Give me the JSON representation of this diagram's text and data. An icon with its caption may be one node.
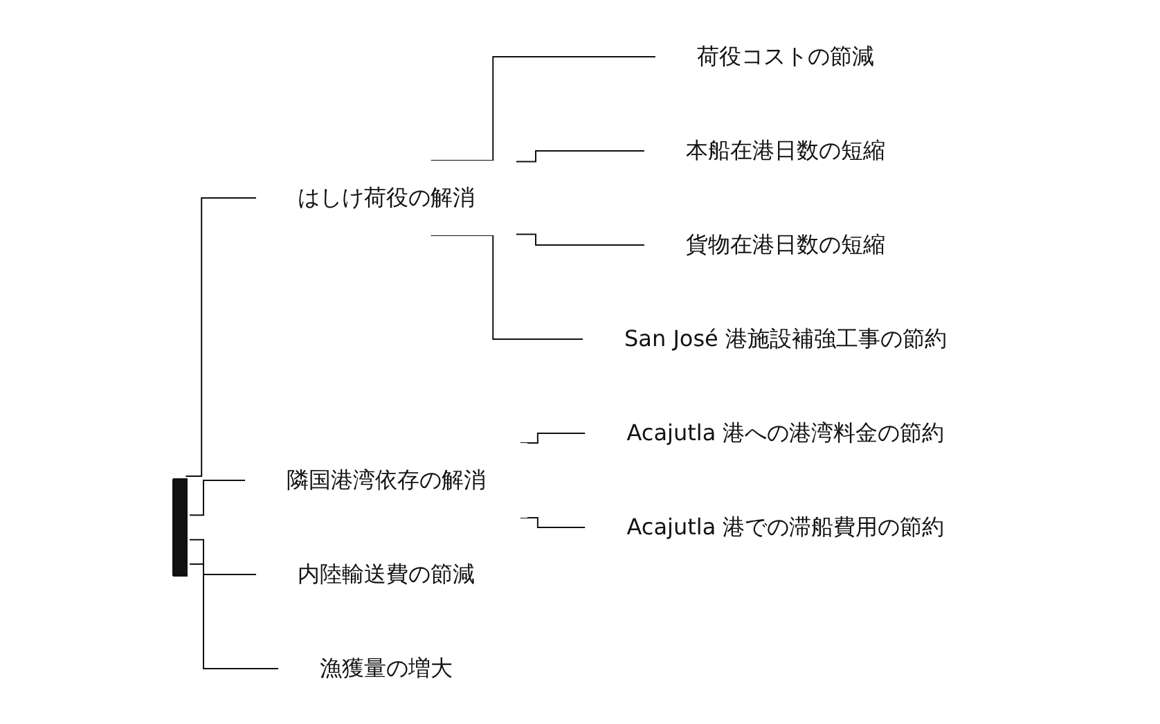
{
  "diagram": {
    "nodes": [
      {
        "text": [],
        "shape": "bar"
      },
      {
        "text": [
          "はしけ荷役の解消"
        ]
      },
      {
        "text": [
          "荷役コストの節減"
        ]
      },
      {
        "text": [
          "本船在港日数の短縮"
        ]
      },
      {
        "text": [
          "貨物在港日数の短縮"
        ]
      },
      {
        "text": [
          "San José 港施設補強工事の節約"
        ]
      },
      {
        "text": [
          "隣国港湾依存の解消"
        ]
      },
      {
        "text": [
          "Acajutla 港への港湾料金の節約"
        ]
      },
      {
        "text": [
          "Acajutla 港での滞船費用の節約"
        ]
      },
      {
        "text": [
          "内陸輸送費の節減"
        ]
      },
      {
        "text": [
          "漁獲量の増大"
        ]
      }
    ],
    "edges": [
      {
        "from": 0,
        "to": 1,
        "arrow": "none"
      },
      {
        "from": 0,
        "to": 6,
        "arrow": "none"
      },
      {
        "from": 0,
        "to": 9,
        "arrow": "none"
      },
      {
        "from": 0,
        "to": 10,
        "arrow": "none"
      },
      {
        "from": 1,
        "to": 2,
        "arrow": "none"
      },
      {
        "from": 1,
        "to": 3,
        "arrow": "none"
      },
      {
        "from": 1,
        "to": 4,
        "arrow": "none"
      },
      {
        "from": 1,
        "to": 5,
        "arrow": "none"
      },
      {
        "from": 6,
        "to": 7,
        "arrow": "none"
      },
      {
        "from": 6,
        "to": 8,
        "arrow": "none"
      }
    ]
  }
}
